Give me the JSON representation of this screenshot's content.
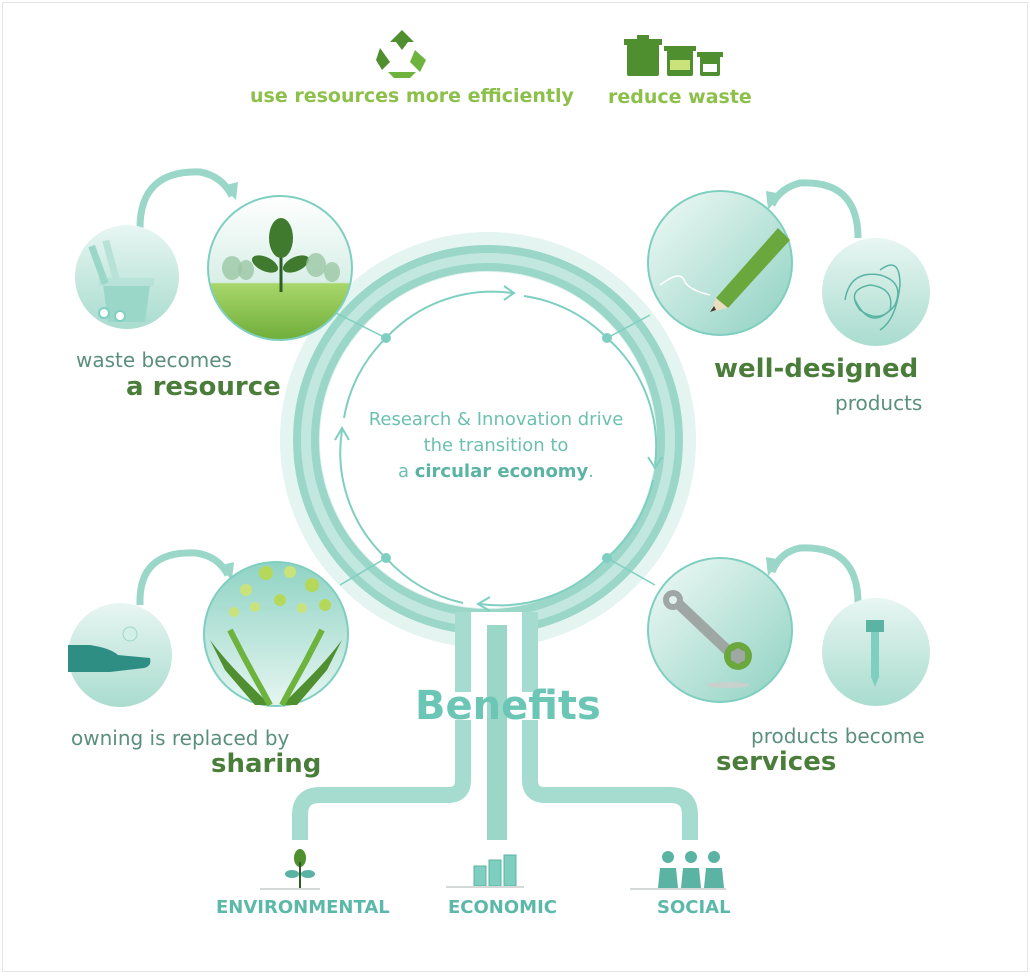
{
  "top": {
    "efficiency_label": "use resources more efficiently",
    "waste_label": "reduce waste"
  },
  "center": {
    "line1": "Research & Innovation drive",
    "line2": "the transition to",
    "line3_prefix": "a ",
    "line3_bold": "circular economy",
    "line3_suffix": "."
  },
  "items": [
    {
      "small": "waste becomes",
      "big": "a resource"
    },
    {
      "big": "well-designed",
      "small": "products"
    },
    {
      "small": "owning is replaced by",
      "big": "sharing"
    },
    {
      "small": "products become",
      "big": "services"
    }
  ],
  "benefits": {
    "title": "Benefits",
    "categories": [
      "ENVIRONMENTAL",
      "ECONOMIC",
      "SOCIAL"
    ]
  },
  "colors": {
    "teal": "#7fcfc0",
    "teal_dark": "#5ab3a3",
    "green": "#8cc04a",
    "dark_green": "#4a7d3a"
  },
  "icons": [
    "recycle-icon",
    "bins-icon",
    "plant-icon",
    "pencil-icon",
    "wrench-icon",
    "hands-icon",
    "hand-icon",
    "scribble-icon",
    "bolt-icon",
    "sprout-icon",
    "bar-chart-icon",
    "people-icon"
  ]
}
